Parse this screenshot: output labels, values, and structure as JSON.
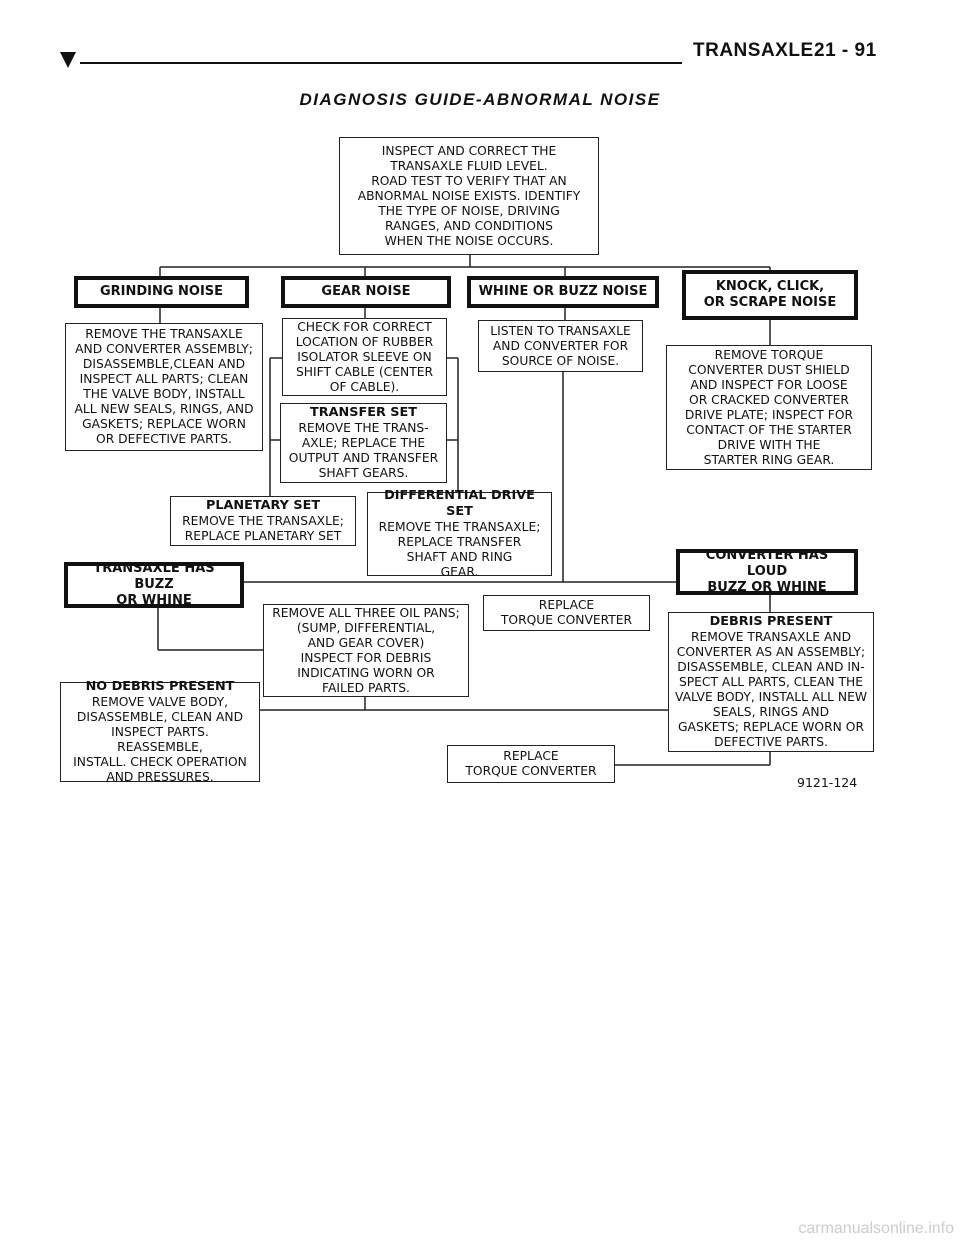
{
  "header": {
    "section": "TRANSAXLE",
    "page": "21 - 91"
  },
  "title": "DIAGNOSIS GUIDE-ABNORMAL NOISE",
  "boxes": {
    "inspect": "INSPECT AND CORRECT THE\nTRANSAXLE FLUID LEVEL.\nROAD TEST TO VERIFY THAT AN\nABNORMAL NOISE EXISTS. IDENTIFY\nTHE TYPE OF NOISE, DRIVING\nRANGES, AND CONDITIONS\nWHEN THE NOISE OCCURS.",
    "grinding": "GRINDING NOISE",
    "gear": "GEAR NOISE",
    "whine_buzz": "WHINE OR BUZZ NOISE",
    "knock": "KNOCK, CLICK,\nOR SCRAPE NOISE",
    "remove_transaxle": "REMOVE THE TRANSAXLE\nAND CONVERTER ASSEMBLY;\nDISASSEMBLE,CLEAN AND\nINSPECT ALL PARTS; CLEAN\nTHE VALVE BODY, INSTALL\nALL NEW SEALS, RINGS, AND\nGASKETS; REPLACE WORN\nOR DEFECTIVE PARTS.",
    "check_cable": "CHECK FOR CORRECT\nLOCATION OF RUBBER\nISOLATOR SLEEVE ON\nSHIFT CABLE (CENTER\nOF CABLE).",
    "listen": "LISTEN TO TRANSAXLE\nAND CONVERTER FOR\nSOURCE OF NOISE.",
    "remove_torque": "REMOVE TORQUE\nCONVERTER DUST SHIELD\nAND INSPECT FOR LOOSE\nOR CRACKED CONVERTER\nDRIVE PLATE; INSPECT FOR\nCONTACT OF THE STARTER\nDRIVE WITH THE\nSTARTER RING GEAR.",
    "transfer_title": "TRANSFER SET",
    "transfer_body": "REMOVE THE TRANS-\nAXLE; REPLACE THE\nOUTPUT AND TRANSFER\nSHAFT GEARS.",
    "planetary_title": "PLANETARY SET",
    "planetary_body": "REMOVE THE TRANSAXLE;\nREPLACE PLANETARY SET",
    "differential_title": "DIFFERENTIAL DRIVE SET",
    "differential_body": "REMOVE THE TRANSAXLE;\nREPLACE TRANSFER\nSHAFT AND RING\nGEAR.",
    "transaxle_buzz": "TRANSAXLE HAS BUZZ\nOR WHINE",
    "converter_loud": "CONVERTER HAS LOUD\nBUZZ OR WHINE",
    "remove_oil_pans": "REMOVE ALL THREE OIL PANS;\n(SUMP, DIFFERENTIAL,\nAND GEAR COVER)\nINSPECT FOR DEBRIS\nINDICATING WORN OR\nFAILED PARTS.",
    "replace_tc_1": "REPLACE\nTORQUE CONVERTER",
    "debris_title": "DEBRIS PRESENT",
    "debris_body": "REMOVE TRANSAXLE AND\nCONVERTER AS AN ASSEMBLY;\nDISASSEMBLE, CLEAN AND IN-\nSPECT ALL PARTS, CLEAN THE\nVALVE BODY, INSTALL ALL NEW\nSEALS, RINGS AND\nGASKETS; REPLACE WORN OR\nDEFECTIVE PARTS.",
    "no_debris_title": "NO DEBRIS PRESENT",
    "no_debris_body": "REMOVE VALVE BODY,\nDISASSEMBLE, CLEAN AND\nINSPECT PARTS. REASSEMBLE,\nINSTALL. CHECK OPERATION\nAND PRESSURES.",
    "replace_tc_2": "REPLACE\nTORQUE CONVERTER"
  },
  "figure_number": "9121-124",
  "watermark": "carmanualsonline.info"
}
